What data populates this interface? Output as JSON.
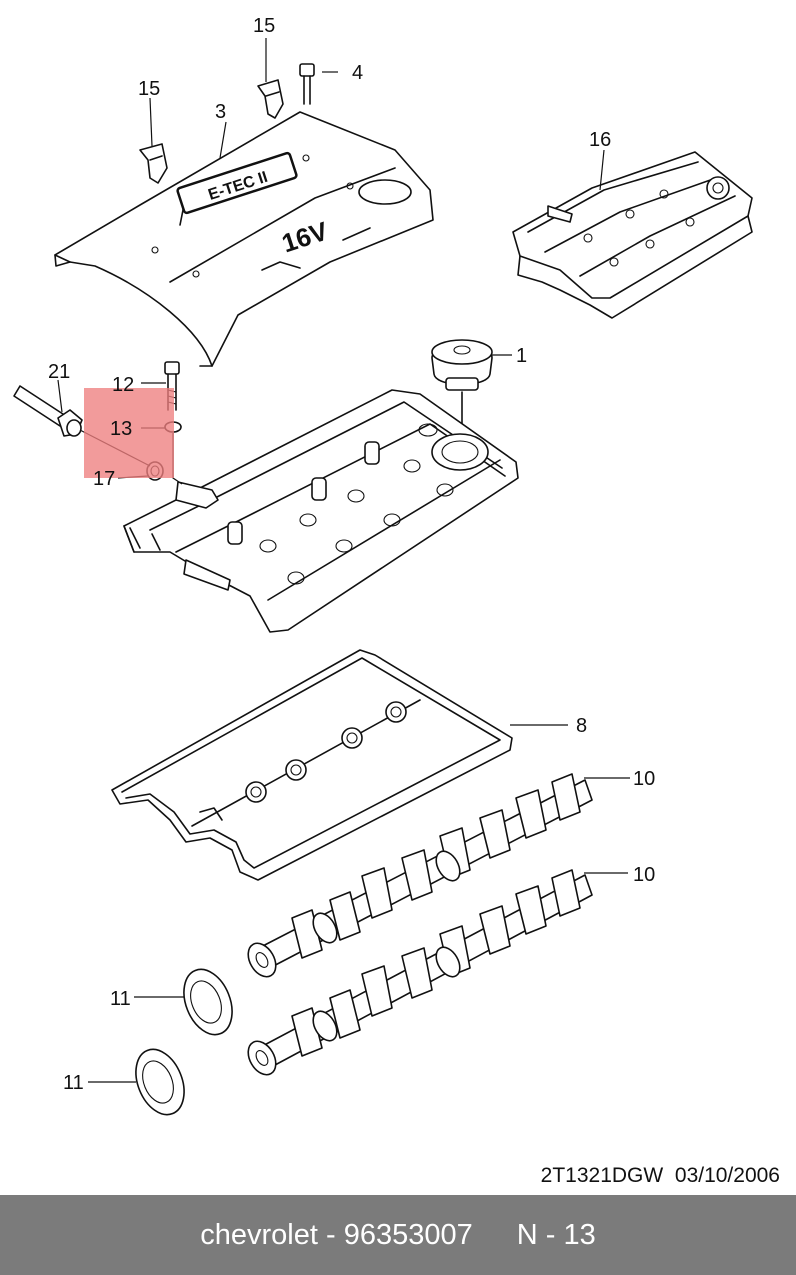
{
  "cover": {
    "logo": "E-TEC II",
    "engine_mark": "16V"
  },
  "callouts": {
    "c1": "1",
    "c3": "3",
    "c4": "4",
    "c8": "8",
    "c10a": "10",
    "c10b": "10",
    "c11a": "11",
    "c11b": "11",
    "c12": "12",
    "c13": "13",
    "c15a": "15",
    "c15b": "15",
    "c16": "16",
    "c17": "17",
    "c21": "21"
  },
  "drawing_code": "2T1321DGW  03/10/2006",
  "footer": {
    "brand_part": "chevrolet - 96353007",
    "page": "N - 13"
  },
  "colors": {
    "highlight": "#ee7f7f",
    "footer_bg": "#7b7b7b",
    "footer_text": "#ffffff"
  }
}
